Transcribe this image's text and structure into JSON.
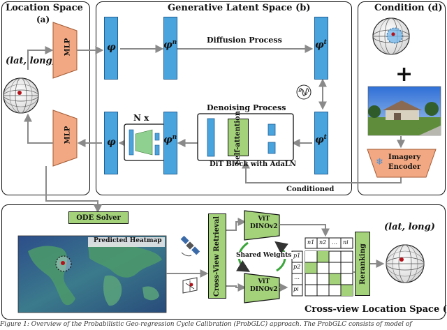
{
  "panels": {
    "location": {
      "title": "Location Space",
      "tag": "(a)"
    },
    "latent": {
      "title": "Generative Latent Space (b)"
    },
    "condition": {
      "title": "Condition (d)"
    },
    "crossview": {
      "title": "Cross-view Location Space (c)"
    }
  },
  "location_space": {
    "coords_label": "(lat, long)",
    "mlp_top": "MLP",
    "mlp_bottom": "MLP"
  },
  "latent_space": {
    "phi": "φ",
    "phi_n": "φ",
    "phi_n_sup": "n",
    "phi_t": "φ",
    "phi_t_sup": "t",
    "diffusion_label": "Diffusion Process",
    "denoising_label": "Denoising Process",
    "nx_label": "N x",
    "self_attention": "Self-attention",
    "dit_block": "DiT Block with AdaLN",
    "conditioned": "Conditioned"
  },
  "condition": {
    "plus": "+",
    "encoder_line1": "Imagery",
    "encoder_line2": "Encoder",
    "snow_icon": "snowflake-icon"
  },
  "cross_view": {
    "ode_solver": "ODE Solver",
    "heatmap_label": "Predicted Heatmap",
    "retrieval": "Cross-View Retrieval",
    "vit_top_line1": "ViT",
    "vit_top_line2": "DINOv2",
    "vit_bottom_line1": "ViT",
    "vit_bottom_line2": "DINOv2",
    "shared_weights": "Shared Weights",
    "reranking": "Reranking",
    "result_coords": "(lat, long)",
    "n_labels": [
      "n1",
      "n2",
      "…",
      "ni"
    ],
    "p_labels": [
      "p1",
      "p2",
      "…",
      "pi"
    ]
  },
  "caption": "Figure 1: Overview of the Probabilistic Geo-regression Cycle Calibration (ProbGLC) approach. The ProbGLC consists of model of"
}
